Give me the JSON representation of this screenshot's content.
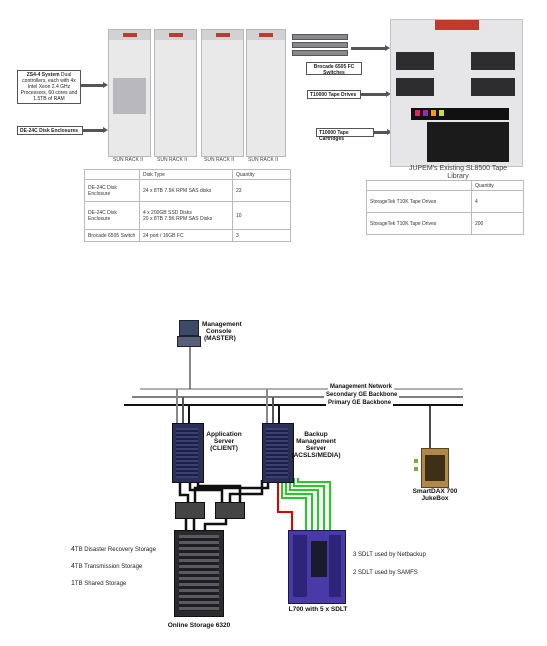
{
  "top": {
    "callouts": {
      "zs4": "ZS4-4 System Dual controllers, each with 4x Intel Xeon 2.4 GHz Processors, 60 cores and 1.5TB of RAM",
      "zs4_bold": "ZS4-4 System",
      "zs4_rest": " Dual controllers, each with 4x Intel Xeon 2.4 GHz Processors, 60 cores and 1.5TB of RAM",
      "de24c": "DE-24C Disk Enclosures",
      "brocade": "Brocade 6505 FC Switches",
      "t10000_drives": "T10000 Tape Drives",
      "t10000_carts": "T10000 Tape Cartridges"
    },
    "rack_labels": [
      "SUN RACK II",
      "SUN RACK II",
      "SUN RACK II",
      "SUN RACK II"
    ],
    "library_caption": "JUPEM's Existing SL8500 Tape Library",
    "disk_table": {
      "headers": [
        "",
        "Disk Type",
        "Quantity"
      ],
      "rows": [
        [
          "DE-24C Disk Enclosure",
          "24 x 8TB 7.5K RPM SAS disks",
          "23"
        ],
        [
          "DE-24C Disk Enclosure",
          "4 x 200GB SSD Disks\n20 x 8TB 7.5K RPM SAS Disks",
          "10"
        ],
        [
          "Brocade 6505 Switch",
          "24 port / 16GB FC",
          "3"
        ]
      ]
    },
    "tape_table": {
      "headers": [
        "",
        "Quantity"
      ],
      "rows": [
        [
          "StorageTek T10K Tape Drives",
          "4"
        ],
        [
          "StorageTek T10K Tape Drives",
          "200"
        ]
      ]
    }
  },
  "bottom": {
    "mgmt_console": "Management Console (MASTER)",
    "mgmt_console_l1": "Management",
    "mgmt_console_l2": "Console",
    "mgmt_console_l3": "(MASTER)",
    "networks": [
      "Management Network",
      "Secondary GE Backbone",
      "Primary GE Backbone"
    ],
    "app_server_l1": "Application",
    "app_server_l2": "Server",
    "app_server_l3": "(CLIENT)",
    "backup_server_l1": "Backup",
    "backup_server_l2": "Management",
    "backup_server_l3": "Server",
    "backup_server_l4": "(ACSLS/MEDIA)",
    "jukebox_l1": "SmartDAX 700",
    "jukebox_l2": "JukeBox",
    "storage": [
      {
        "num": "4",
        "text": "TB Disaster Recovery Storage"
      },
      {
        "num": "4",
        "text": "TB Transmission Storage"
      },
      {
        "num": "1",
        "text": "TB Shared Storage"
      }
    ],
    "online_storage": "Online Storage 6320",
    "sdlt_netbackup": "3 SDLT used by Netbackup",
    "sdlt_samfs": "2 SDLT used by SAMFS",
    "l700": "L700 with 5 x SDLT"
  },
  "colors": {
    "cable_black": "#111111",
    "cable_green": "#22cc22",
    "cable_red": "#dd0000",
    "server_blue": "#2a2f5a",
    "l700_purple": "#4a3aa8"
  }
}
